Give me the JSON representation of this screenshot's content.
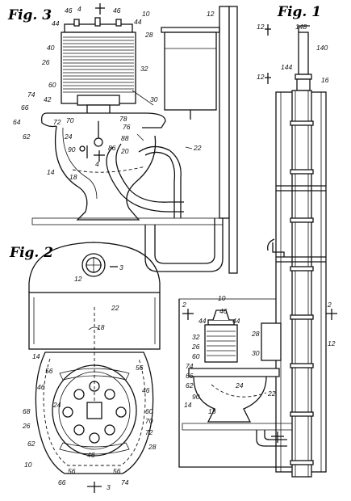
{
  "figures": {
    "fig1": {
      "label": "Fig. 1"
    },
    "fig2": {
      "label": "Fig. 2"
    },
    "fig3": {
      "label": "Fig. 3"
    }
  },
  "ref_numerals": {
    "fig3": [
      "46",
      "4",
      "46",
      "10",
      "44",
      "44",
      "28",
      "12",
      "40",
      "26",
      "32",
      "60",
      "42",
      "30",
      "74",
      "66",
      "70",
      "78",
      "72",
      "76",
      "64",
      "62",
      "24",
      "86",
      "88",
      "90",
      "4",
      "20",
      "22",
      "14",
      "18"
    ],
    "fig1": [
      "12",
      "148",
      "140",
      "12",
      "144",
      "16"
    ],
    "fig2": [
      "12",
      "3",
      "22",
      "18",
      "14",
      "56",
      "56",
      "46",
      "46",
      "24",
      "60",
      "68",
      "70",
      "26",
      "72",
      "62",
      "28",
      "56",
      "46",
      "56",
      "10",
      "66",
      "3",
      "74"
    ],
    "fig1_lower": [
      "2",
      "10",
      "46",
      "2",
      "44",
      "44",
      "28",
      "32",
      "26",
      "60",
      "30",
      "74",
      "66",
      "24",
      "62",
      "90",
      "14",
      "18",
      "22",
      "12"
    ]
  }
}
